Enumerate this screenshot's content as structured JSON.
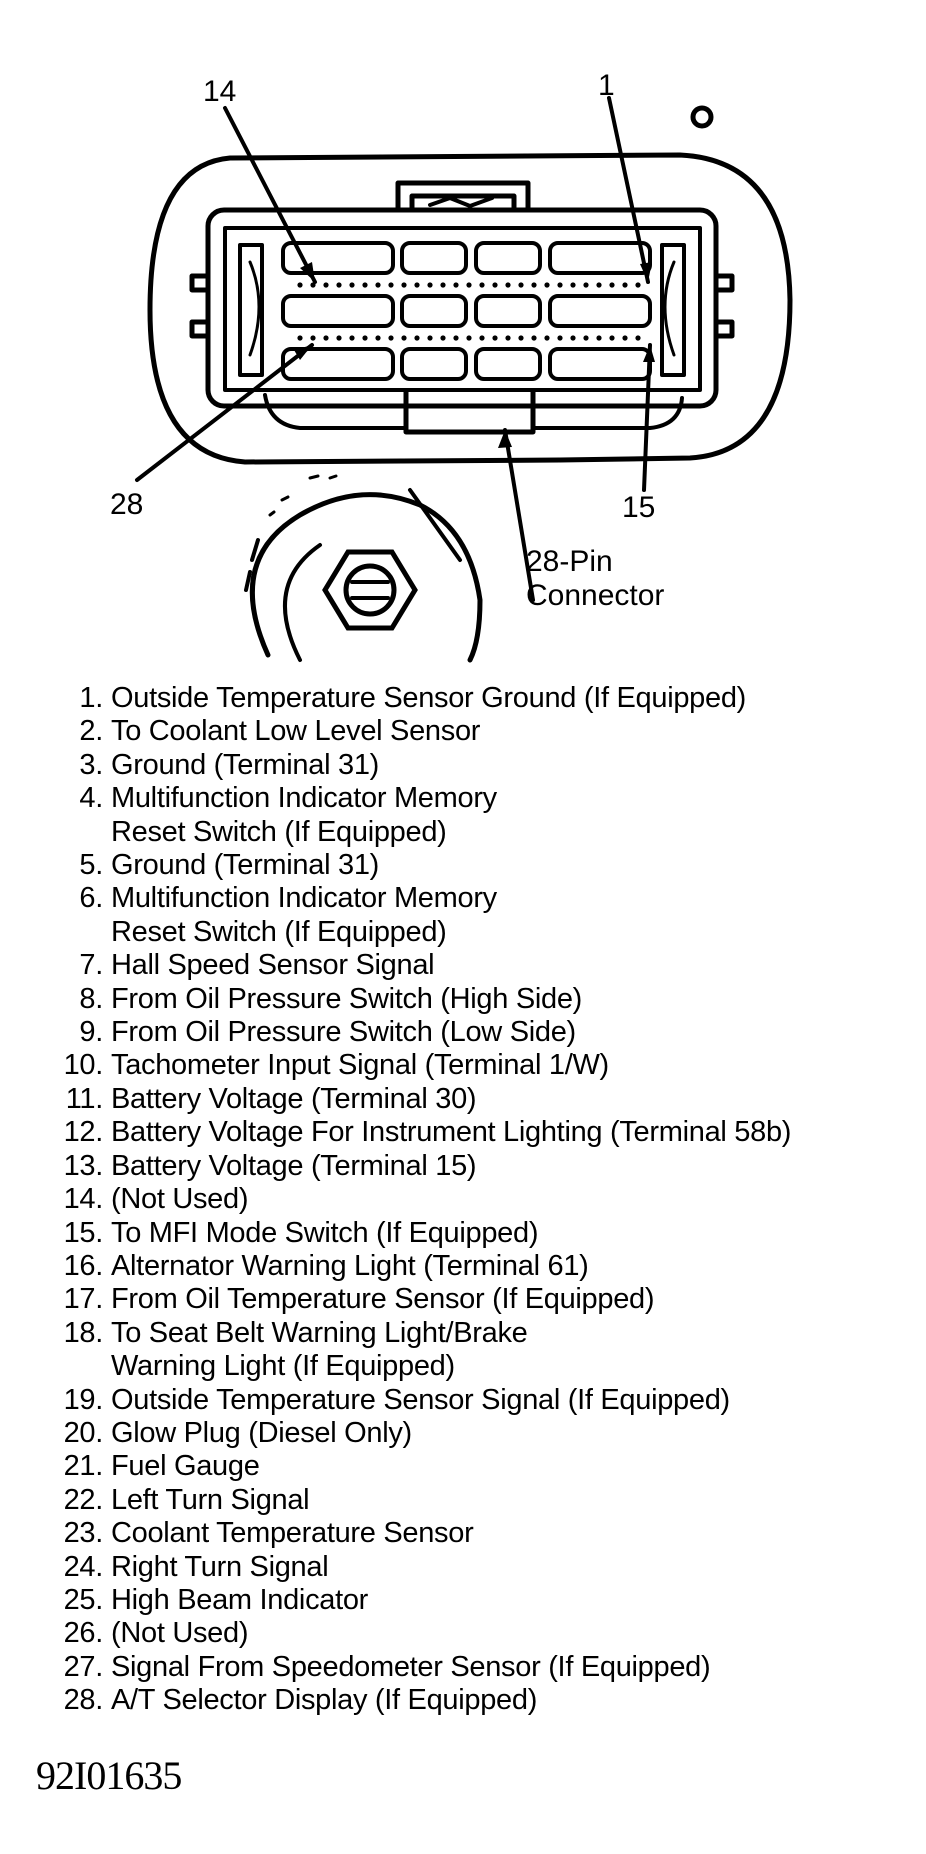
{
  "diagram": {
    "callouts": {
      "pin_14": "14",
      "pin_1": "1",
      "pin_28": "28",
      "pin_15": "15"
    },
    "connector_caption": [
      "28-Pin",
      "Connector"
    ]
  },
  "pins": [
    {
      "num": "1.",
      "lines": [
        "Outside Temperature Sensor Ground (If Equipped)"
      ]
    },
    {
      "num": "2.",
      "lines": [
        "To Coolant Low Level Sensor"
      ]
    },
    {
      "num": "3.",
      "lines": [
        "Ground (Terminal 31)"
      ]
    },
    {
      "num": "4.",
      "lines": [
        "Multifunction Indicator Memory",
        "Reset Switch (If Equipped)"
      ]
    },
    {
      "num": "5.",
      "lines": [
        "Ground (Terminal 31)"
      ]
    },
    {
      "num": "6.",
      "lines": [
        "Multifunction Indicator Memory",
        "Reset Switch (If Equipped)"
      ]
    },
    {
      "num": "7.",
      "lines": [
        "Hall Speed Sensor Signal"
      ]
    },
    {
      "num": "8.",
      "lines": [
        "From Oil Pressure Switch (High Side)"
      ]
    },
    {
      "num": "9.",
      "lines": [
        "From Oil Pressure Switch (Low Side)"
      ]
    },
    {
      "num": "10.",
      "lines": [
        "Tachometer Input Signal (Terminal 1/W)"
      ]
    },
    {
      "num": "11.",
      "lines": [
        "Battery Voltage (Terminal 30)"
      ]
    },
    {
      "num": "12.",
      "lines": [
        "Battery Voltage For Instrument Lighting (Terminal 58b)"
      ]
    },
    {
      "num": "13.",
      "lines": [
        "Battery Voltage (Terminal 15)"
      ]
    },
    {
      "num": "14.",
      "lines": [
        "(Not Used)"
      ]
    },
    {
      "num": "15.",
      "lines": [
        "To MFI Mode Switch (If Equipped)"
      ]
    },
    {
      "num": "16.",
      "lines": [
        "Alternator Warning Light (Terminal 61)"
      ]
    },
    {
      "num": "17.",
      "lines": [
        "From Oil Temperature Sensor (If Equipped)"
      ]
    },
    {
      "num": "18.",
      "lines": [
        "To Seat Belt Warning Light/Brake",
        "Warning Light (If Equipped)"
      ]
    },
    {
      "num": "19.",
      "lines": [
        "Outside Temperature Sensor Signal (If Equipped)"
      ]
    },
    {
      "num": "20.",
      "lines": [
        "Glow Plug (Diesel Only)"
      ]
    },
    {
      "num": "21.",
      "lines": [
        "Fuel Gauge"
      ]
    },
    {
      "num": "22.",
      "lines": [
        "Left Turn Signal"
      ]
    },
    {
      "num": "23.",
      "lines": [
        "Coolant Temperature Sensor"
      ]
    },
    {
      "num": "24.",
      "lines": [
        "Right Turn Signal"
      ]
    },
    {
      "num": "25.",
      "lines": [
        "High Beam Indicator"
      ]
    },
    {
      "num": "26.",
      "lines": [
        "(Not Used)"
      ]
    },
    {
      "num": "27.",
      "lines": [
        "Signal From Speedometer Sensor (If Equipped)"
      ]
    },
    {
      "num": "28.",
      "lines": [
        "A/T Selector Display (If Equipped)"
      ]
    }
  ],
  "figure_id": "92I01635"
}
